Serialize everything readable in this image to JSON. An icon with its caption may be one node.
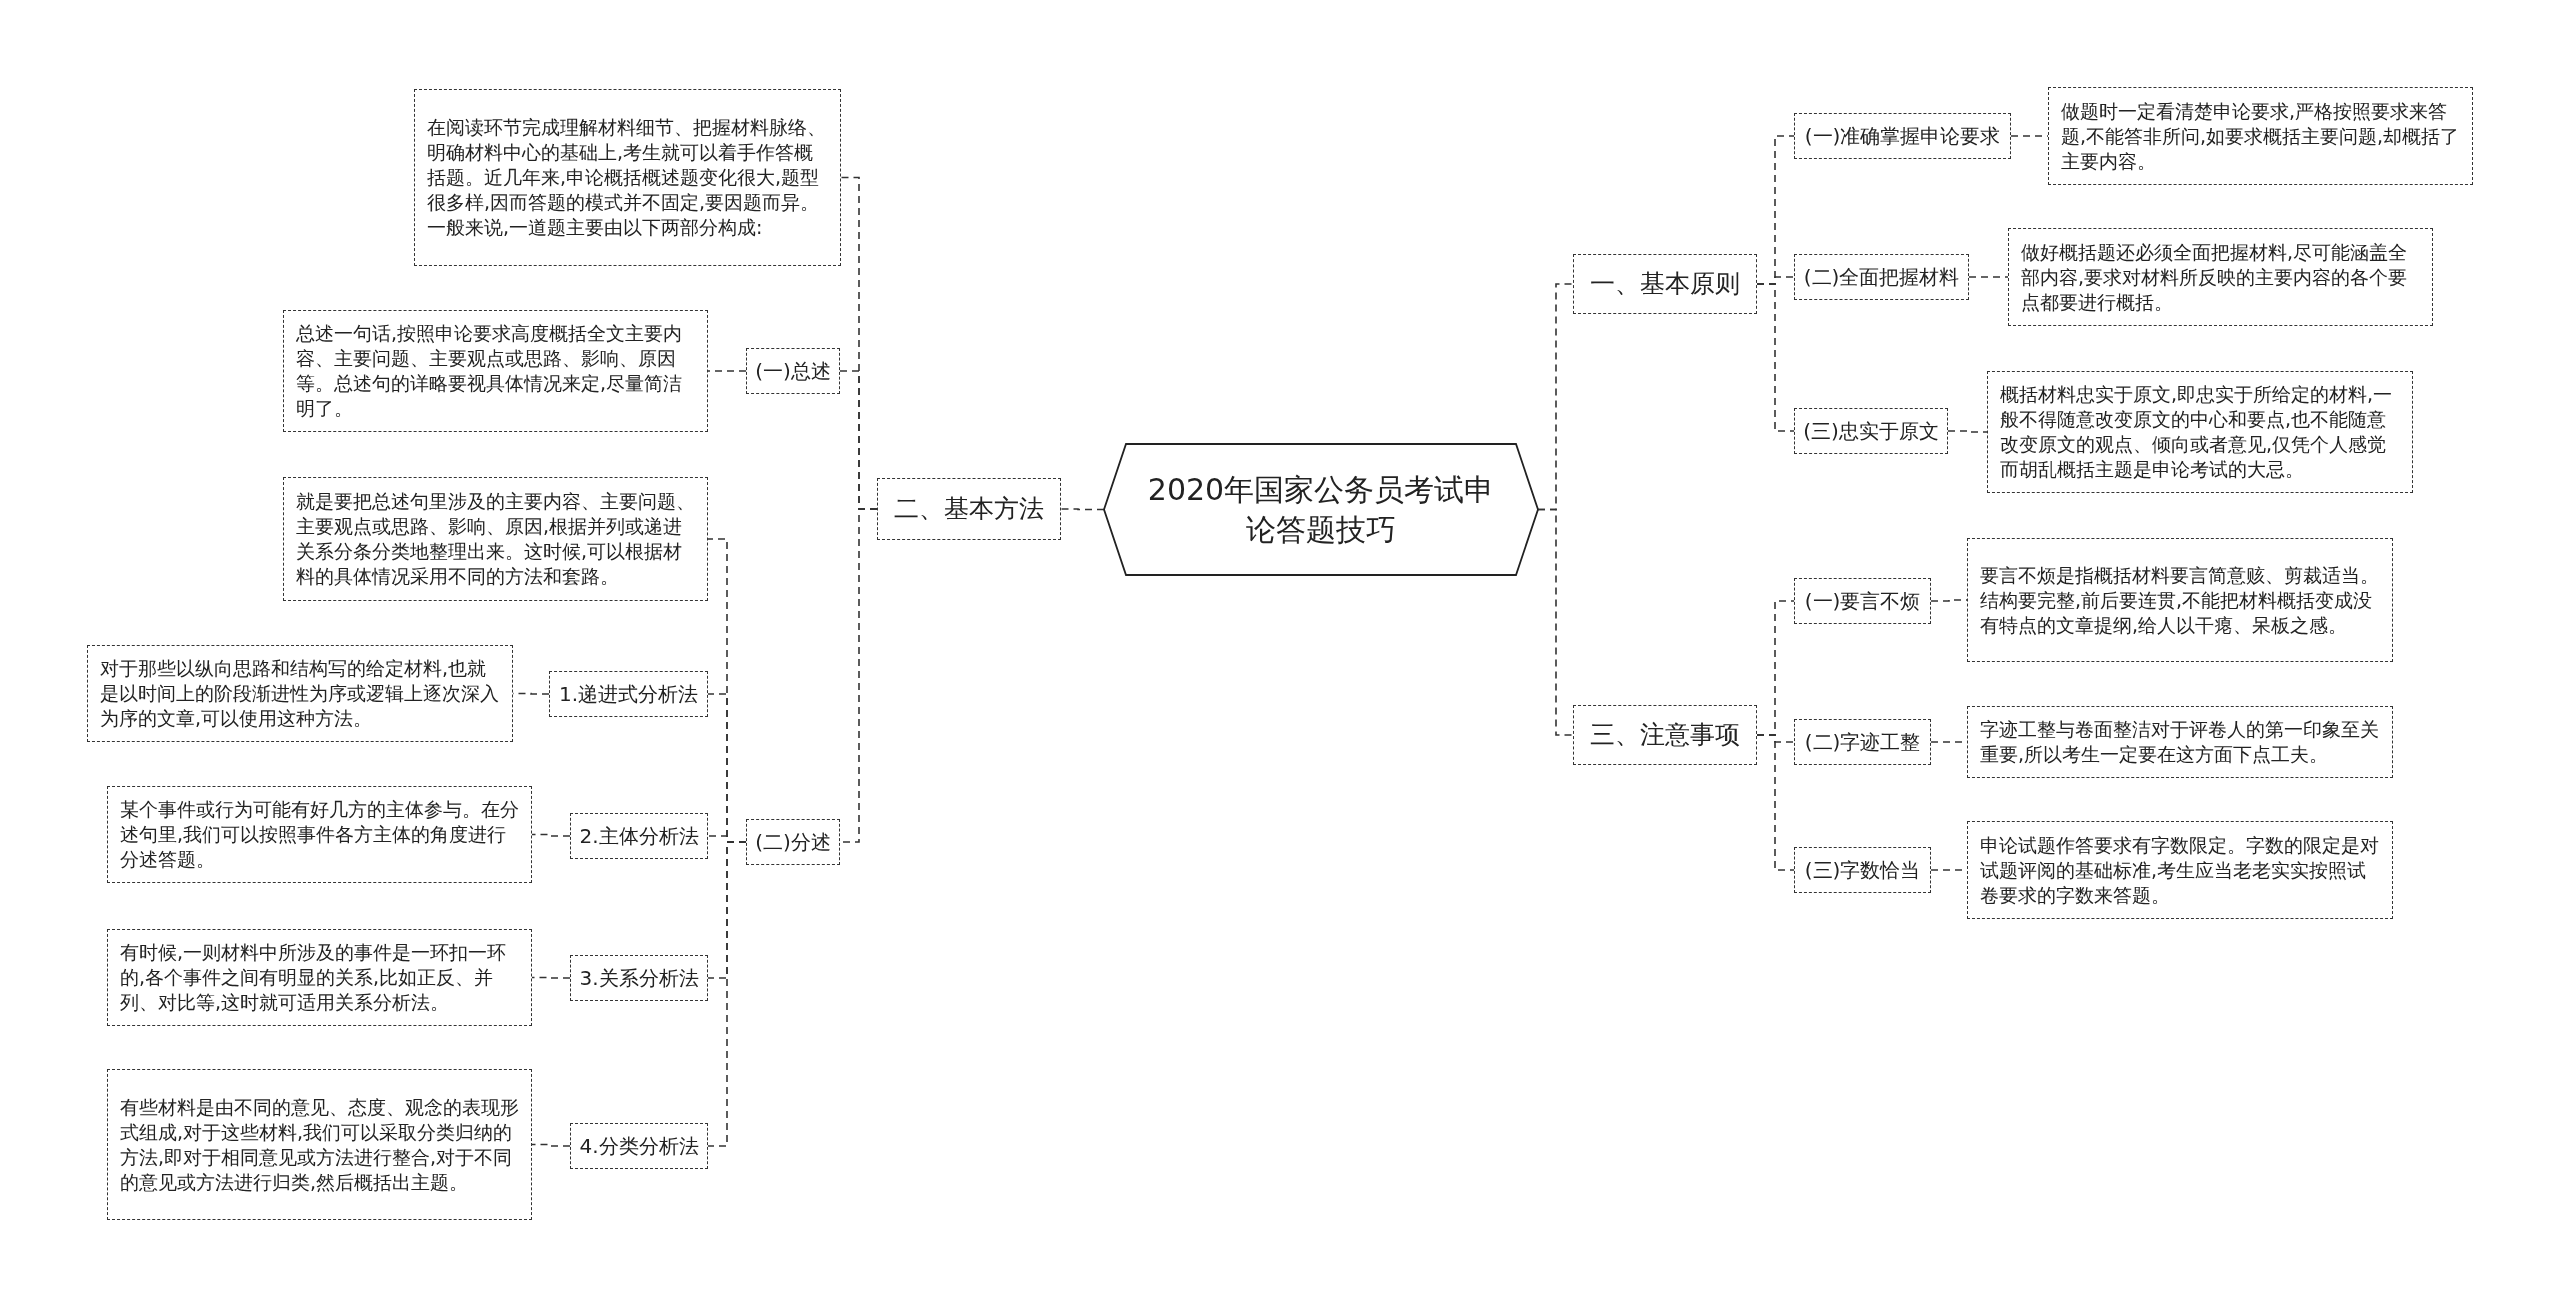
{
  "diagram": {
    "nodes": [
      {
        "text": [
          "2020年国家公务员考试申论答题技巧"
        ]
      },
      {
        "text": [
          "二、基本方法"
        ]
      },
      {
        "text": [
          "在阅读环节完成理解材料细节、把握材料脉络、明确材料中心的基础上,考生就可以着手作答概括题。近几年来,申论概括概述题变化很大,题型很多样,因而答题的模式并不固定,要因题而异。一般来说,一道题主要由以下两部分构成:"
        ]
      },
      {
        "text": [
          "(一)总述"
        ]
      },
      {
        "text": [
          "总述一句话,按照申论要求高度概括全文主要内容、主要问题、主要观点或思路、影响、原因等。总述句的详略要视具体情况来定,尽量简洁明了。"
        ]
      },
      {
        "text": [
          "(二)分述"
        ]
      },
      {
        "text": [
          "就是要把总述句里涉及的主要内容、主要问题、主要观点或思路、影响、原因,根据并列或递进关系分条分类地整理出来。这时候,可以根据材料的具体情况采用不同的方法和套路。"
        ]
      },
      {
        "text": [
          "1.递进式分析法"
        ]
      },
      {
        "text": [
          "对于那些以纵向思路和结构写的给定材料,也就是以时间上的阶段渐进性为序或逻辑上逐次深入为序的文章,可以使用这种方法。"
        ]
      },
      {
        "text": [
          "2.主体分析法"
        ]
      },
      {
        "text": [
          "某个事件或行为可能有好几方的主体参与。在分述句里,我们可以按照事件各方主体的角度进行分述答题。"
        ]
      },
      {
        "text": [
          "3.关系分析法"
        ]
      },
      {
        "text": [
          "有时候,一则材料中所涉及的事件是一环扣一环的,各个事件之间有明显的关系,比如正反、并列、对比等,这时就可适用关系分析法。"
        ]
      },
      {
        "text": [
          "4.分类分析法"
        ]
      },
      {
        "text": [
          "有些材料是由不同的意见、态度、观念的表现形式组成,对于这些材料,我们可以采取分类归纳的方法,即对于相同意见或方法进行整合,对于不同的意见或方法进行归类,然后概括出主题。"
        ]
      },
      {
        "text": [
          "一、基本原则"
        ]
      },
      {
        "text": [
          "(一)准确掌握申论要求"
        ]
      },
      {
        "text": [
          "做题时一定看清楚申论要求,严格按照要求来答题,不能答非所问,如要求概括主要问题,却概括了主要内容。"
        ]
      },
      {
        "text": [
          "(二)全面把握材料"
        ]
      },
      {
        "text": [
          "做好概括题还必须全面把握材料,尽可能涵盖全部内容,要求对材料所反映的主要内容的各个要点都要进行概括。"
        ]
      },
      {
        "text": [
          "(三)忠实于原文"
        ]
      },
      {
        "text": [
          "概括材料忠实于原文,即忠实于所给定的材料,一般不得随意改变原文的中心和要点,也不能随意改变原文的观点、倾向或者意见,仅凭个人感觉而胡乱概括主题是申论考试的大忌。"
        ]
      },
      {
        "text": [
          "三、注意事项"
        ]
      },
      {
        "text": [
          "(一)要言不烦"
        ]
      },
      {
        "text": [
          "要言不烦是指概括材料要言简意赅、剪裁适当。结构要完整,前后要连贯,不能把材料概括变成没有特点的文章提纲,给人以干瘪、呆板之感。"
        ]
      },
      {
        "text": [
          "(二)字迹工整"
        ]
      },
      {
        "text": [
          "字迹工整与卷面整洁对于评卷人的第一印象至关重要,所以考生一定要在这方面下点工夫。"
        ]
      },
      {
        "text": [
          "(三)字数恰当"
        ]
      },
      {
        "text": [
          "申论试题作答要求有字数限定。字数的限定是对试题评阅的基础标准,考生应当老老实实按照试卷要求的字数来答题。"
        ]
      }
    ],
    "edges": [
      {
        "from": 0,
        "to": 1,
        "arrow": "none"
      },
      {
        "from": 1,
        "to": 2,
        "arrow": "none"
      },
      {
        "from": 1,
        "to": 3,
        "arrow": "none"
      },
      {
        "from": 3,
        "to": 4,
        "arrow": "none"
      },
      {
        "from": 1,
        "to": 5,
        "arrow": "none"
      },
      {
        "from": 5,
        "to": 6,
        "arrow": "none"
      },
      {
        "from": 5,
        "to": 7,
        "arrow": "none"
      },
      {
        "from": 7,
        "to": 8,
        "arrow": "none"
      },
      {
        "from": 5,
        "to": 9,
        "arrow": "none"
      },
      {
        "from": 9,
        "to": 10,
        "arrow": "none"
      },
      {
        "from": 5,
        "to": 11,
        "arrow": "none"
      },
      {
        "from": 11,
        "to": 12,
        "arrow": "none"
      },
      {
        "from": 5,
        "to": 13,
        "arrow": "none"
      },
      {
        "from": 13,
        "to": 14,
        "arrow": "none"
      },
      {
        "from": 0,
        "to": 15,
        "arrow": "none"
      },
      {
        "from": 15,
        "to": 16,
        "arrow": "none"
      },
      {
        "from": 16,
        "to": 17,
        "arrow": "none"
      },
      {
        "from": 15,
        "to": 18,
        "arrow": "none"
      },
      {
        "from": 18,
        "to": 19,
        "arrow": "none"
      },
      {
        "from": 15,
        "to": 20,
        "arrow": "none"
      },
      {
        "from": 20,
        "to": 21,
        "arrow": "none"
      },
      {
        "from": 0,
        "to": 22,
        "arrow": "none"
      },
      {
        "from": 22,
        "to": 23,
        "arrow": "none"
      },
      {
        "from": 23,
        "to": 24,
        "arrow": "none"
      },
      {
        "from": 22,
        "to": 25,
        "arrow": "none"
      },
      {
        "from": 25,
        "to": 26,
        "arrow": "none"
      },
      {
        "from": 22,
        "to": 27,
        "arrow": "none"
      },
      {
        "from": 27,
        "to": 28,
        "arrow": "none"
      }
    ]
  }
}
